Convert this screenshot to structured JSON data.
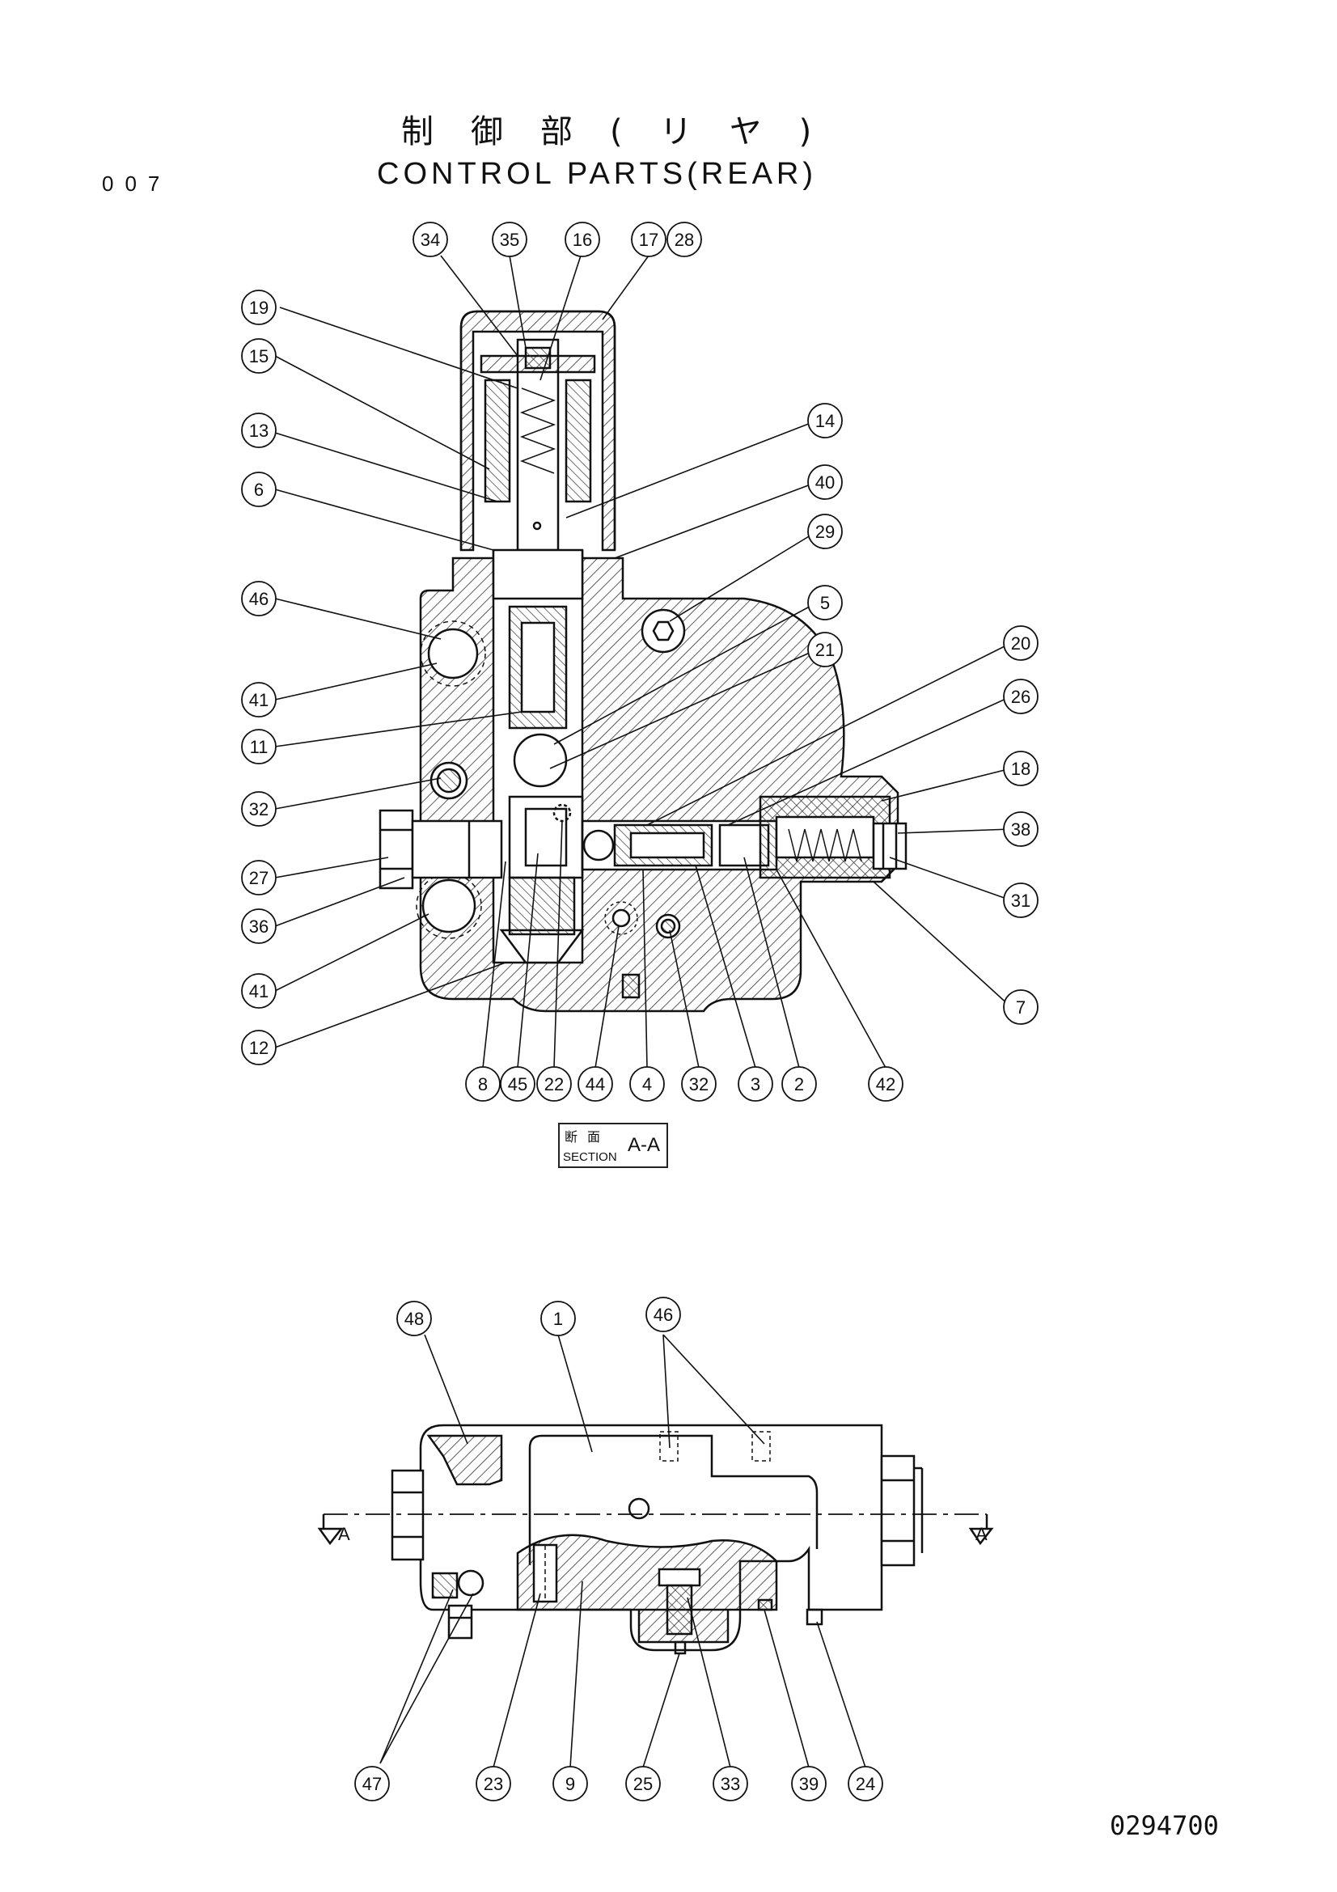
{
  "header": {
    "page_number": "007",
    "title_japanese": "制御部(リヤ)",
    "title_english": "CONTROL PARTS(REAR)"
  },
  "section_label": {
    "japanese": "断面",
    "english": "SECTION",
    "designation": "A-A"
  },
  "section_arrow_label": "A",
  "document_number": "0294700",
  "section_view_callouts": [
    "34",
    "35",
    "16",
    "17",
    "28",
    "19",
    "15",
    "13",
    "6",
    "14",
    "40",
    "29",
    "46",
    "5",
    "21",
    "41",
    "11",
    "20",
    "26",
    "32",
    "18",
    "38",
    "27",
    "36",
    "31",
    "41",
    "7",
    "12",
    "8",
    "45",
    "22",
    "44",
    "4",
    "32",
    "3",
    "2",
    "42"
  ],
  "elevation_view_callouts": [
    "48",
    "1",
    "46",
    "47",
    "23",
    "9",
    "25",
    "33",
    "39",
    "24"
  ]
}
